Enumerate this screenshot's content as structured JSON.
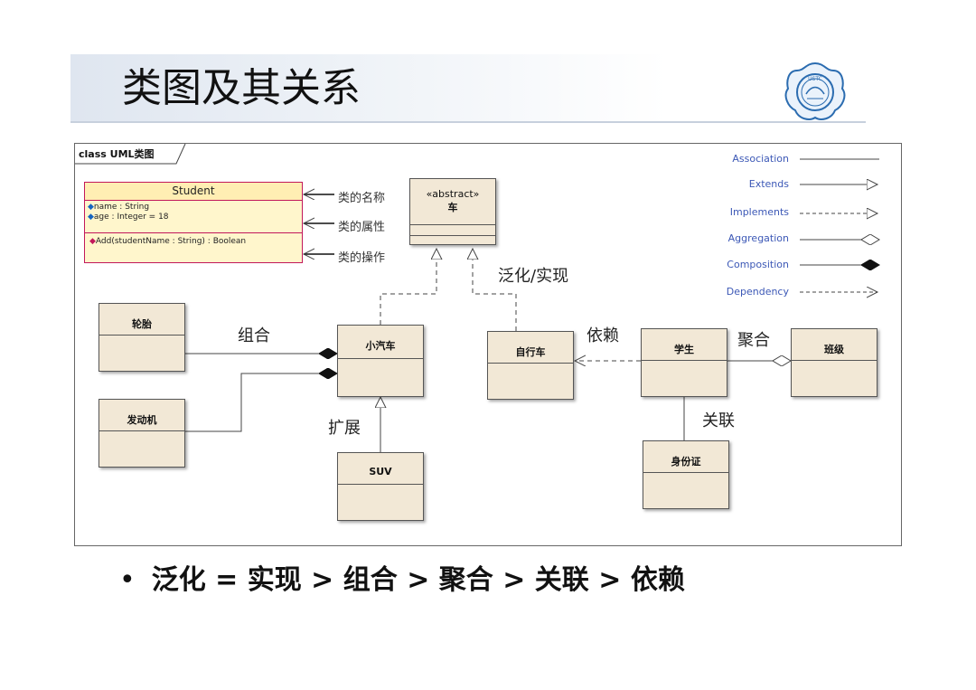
{
  "slide": {
    "title": "类图及其关系",
    "logo_text": "USTC",
    "bullet": "泛化 = 实现 > 组合 > 聚合 > 关联 > 依赖"
  },
  "diagram": {
    "frame_label": "class UML类图",
    "student": {
      "name": "Student",
      "attributes": [
        "name : String",
        "age : Integer = 18"
      ],
      "operations": [
        "Add(studentName : String) : Boolean"
      ]
    },
    "annotations": {
      "class_name": "类的名称",
      "class_attributes": "类的属性",
      "class_operations": "类的操作"
    },
    "classes": {
      "abstract_stereotype": "«abstract»",
      "abstract_car": "车",
      "tire": "轮胎",
      "engine": "发动机",
      "car": "小汽车",
      "suv": "SUV",
      "bicycle": "自行车",
      "student_cn": "学生",
      "class_group": "班级",
      "id_card": "身份证"
    },
    "relation_labels": {
      "generalization_realization": "泛化/实现",
      "composition": "组合",
      "extends": "扩展",
      "dependency": "依赖",
      "aggregation": "聚合",
      "association": "关联"
    },
    "legend": [
      "Association",
      "Extends",
      "Implements",
      "Aggregation",
      "Composition",
      "Dependency"
    ]
  }
}
